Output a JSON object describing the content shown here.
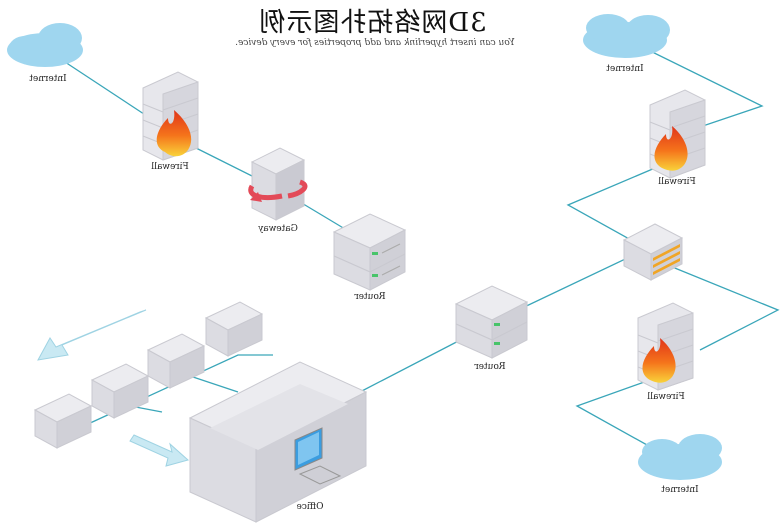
{
  "title": "3D网络拓扑图示例",
  "subtitle": "You can insert hyperlink and add properties for every device.",
  "labels": {
    "internet_left": "Internet",
    "internet_top_right": "Internet",
    "internet_bottom_right": "Internet",
    "firewall_left": "Firewall",
    "firewall_right_top": "Firewall",
    "firewall_right_bottom": "Firewall",
    "gateway": "Gateway",
    "router_upper": "Router",
    "router_center": "Router",
    "office": "Office"
  },
  "colors": {
    "link_line": "#3aa6b9",
    "cloud": "#8fd0ec",
    "box_light": "#e9e9ee",
    "box_mid": "#d3d3da",
    "box_dark": "#c1c1c9",
    "fire": "#f5741b",
    "arrow_fill": "#c9e9f3"
  },
  "icons": [
    "cloud-icon",
    "firewall-icon",
    "gateway-icon",
    "router-icon",
    "switch-icon",
    "office-building-icon",
    "monitor-icon",
    "arrow-icon"
  ]
}
